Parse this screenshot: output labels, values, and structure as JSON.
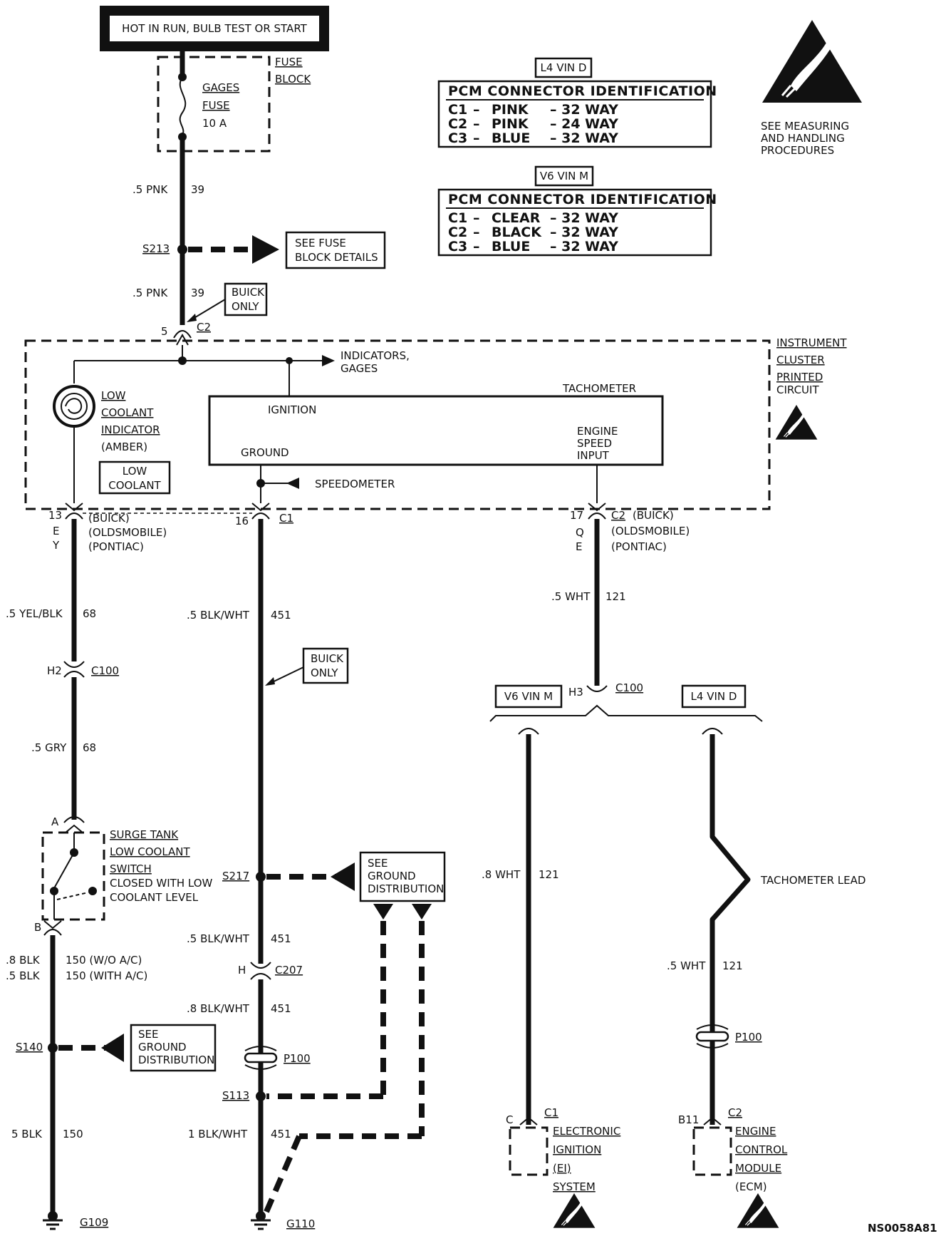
{
  "header": {
    "power": "HOT IN RUN, BULB TEST OR START",
    "fuse_block_1": "FUSE",
    "fuse_block_2": "BLOCK",
    "fuse_1": "GAGES",
    "fuse_2": "FUSE",
    "fuse_3": "10 A"
  },
  "pcm_l4": {
    "tag": "L4 VIN D",
    "title": "PCM CONNECTOR IDENTIFICATION",
    "rows": [
      [
        "C1",
        "–",
        "PINK",
        "– 32 WAY"
      ],
      [
        "C2",
        "–",
        "PINK",
        "– 24 WAY"
      ],
      [
        "C3",
        "–",
        "BLUE",
        "– 32 WAY"
      ]
    ]
  },
  "pcm_v6": {
    "tag": "V6 VIN M",
    "title": "PCM CONNECTOR IDENTIFICATION",
    "rows": [
      [
        "C1",
        "–",
        "CLEAR",
        "– 32 WAY"
      ],
      [
        "C2",
        "–",
        "BLACK",
        "– 32 WAY"
      ],
      [
        "C3",
        "–",
        "BLUE",
        "– 32 WAY"
      ]
    ]
  },
  "esd_note": [
    "SEE MEASURING",
    "AND HANDLING",
    "PROCEDURES"
  ],
  "top_wire": {
    "w1_gauge": ".5 PNK",
    "w1_circuit": "39",
    "splice": "S213",
    "see_1": "SEE FUSE",
    "see_2": "BLOCK DETAILS",
    "w2_gauge": ".5 PNK",
    "w2_circuit": "39",
    "buick_1": "BUICK",
    "buick_2": "ONLY",
    "conn_pin": "5",
    "conn": "C2"
  },
  "cluster": {
    "label": [
      "INSTRUMENT",
      "CLUSTER",
      "PRINTED",
      "CIRCUIT"
    ],
    "indicators_1": "INDICATORS,",
    "indicators_2": "GAGES",
    "lamp": [
      "LOW",
      "COOLANT",
      "INDICATOR",
      "(AMBER)"
    ],
    "lamp_box_1": "LOW",
    "lamp_box_2": "COOLANT",
    "tach": "TACHOMETER",
    "ignition": "IGNITION",
    "ground": "GROUND",
    "esi_1": "ENGINE",
    "esi_2": "SPEED",
    "esi_3": "INPUT",
    "speedometer": "SPEEDOMETER"
  },
  "left": {
    "pins": [
      "13",
      "E",
      "Y"
    ],
    "makes": [
      "(BUICK)",
      "(OLDSMOBILE)",
      "(PONTIAC)"
    ],
    "w1_gauge": ".5 YEL/BLK",
    "w1_circuit": "68",
    "c100_pin": "H2",
    "c100": "C100",
    "w2_gauge": ".5 GRY",
    "w2_circuit": "68",
    "switch_pin_a": "A",
    "switch": [
      "SURGE TANK",
      "LOW COOLANT",
      "SWITCH",
      "CLOSED WITH LOW",
      "COOLANT LEVEL"
    ],
    "switch_pin_b": "B",
    "w3a_gauge": ".8 BLK",
    "w3a_circuit": "150 (W/O A/C)",
    "w3b_gauge": ".5 BLK",
    "w3b_circuit": "150 (WITH A/C)",
    "splice": "S140",
    "see": [
      "SEE",
      "GROUND",
      "DISTRIBUTION"
    ],
    "w4_gauge": "5 BLK",
    "w4_circuit": "150",
    "ground": "G109"
  },
  "middle": {
    "pin": "16",
    "conn": "C1",
    "w1_gauge": ".5 BLK/WHT",
    "w1_circuit": "451",
    "buick_1": "BUICK",
    "buick_2": "ONLY",
    "splice": "S217",
    "see": [
      "SEE",
      "GROUND",
      "DISTRIBUTION"
    ],
    "w2_gauge": ".5 BLK/WHT",
    "w2_circuit": "451",
    "c207_pin": "H",
    "c207": "C207",
    "w3_gauge": ".8 BLK/WHT",
    "w3_circuit": "451",
    "p100": "P100",
    "splice2": "S113",
    "w4_gauge": "1 BLK/WHT",
    "w4_circuit": "451",
    "ground": "G110"
  },
  "right": {
    "pins": [
      "17",
      "Q",
      "E"
    ],
    "conn": "C2",
    "makes": [
      "(BUICK)",
      "(OLDSMOBILE)",
      "(PONTIAC)"
    ],
    "w1_gauge": ".5 WHT",
    "w1_circuit": "121",
    "v6_tag": "V6 VIN M",
    "l4_tag": "L4 VIN D",
    "h3": "H3",
    "c100": "C100",
    "v6_gauge": ".8 WHT",
    "v6_circuit": "121",
    "tach_lead": "TACHOMETER LEAD",
    "l4_gauge": ".5 WHT",
    "l4_circuit": "121",
    "p100": "P100",
    "ei_pin": "C",
    "ei_conn": "C1",
    "ei": [
      "ELECTRONIC",
      "IGNITION",
      "(EI)",
      "SYSTEM"
    ],
    "ecm_pin": "B11",
    "ecm_conn": "C2",
    "ecm": [
      "ENGINE",
      "CONTROL",
      "MODULE",
      "(ECM)"
    ]
  },
  "footer_code": "NS0058A81"
}
